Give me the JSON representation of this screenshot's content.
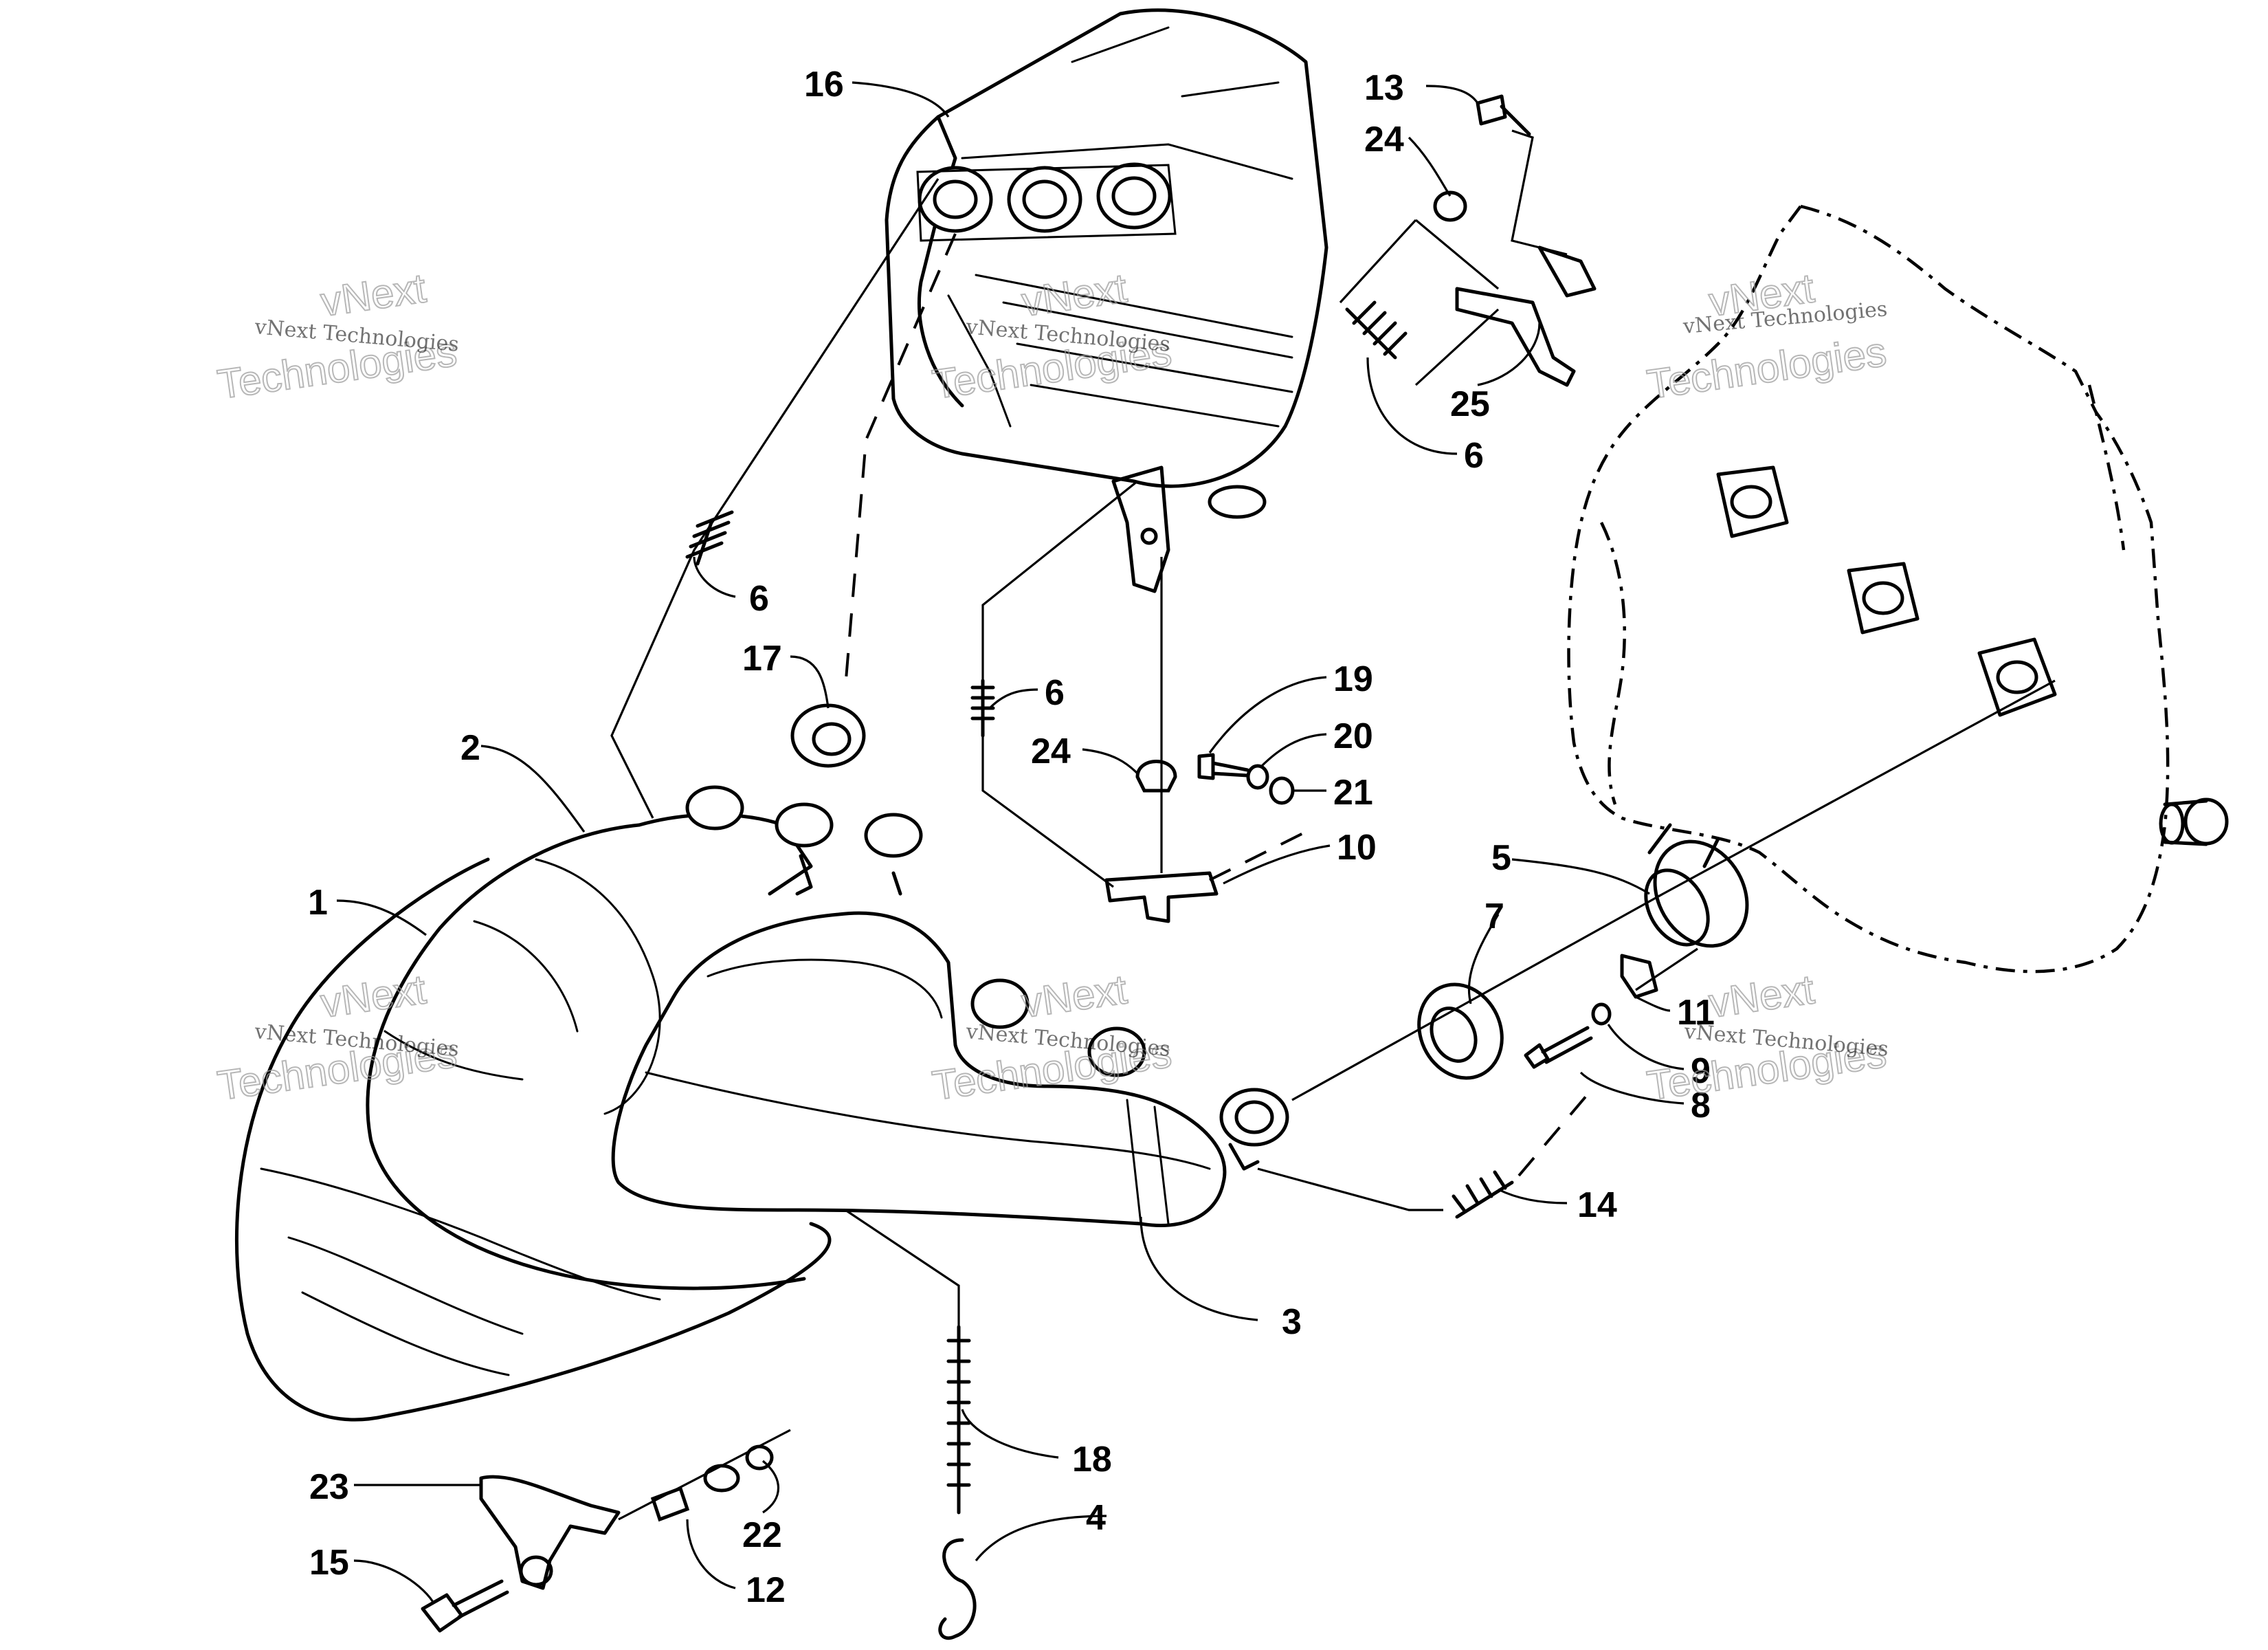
{
  "diagram": {
    "callouts": [
      "1",
      "2",
      "3",
      "4",
      "5",
      "6",
      "6",
      "6",
      "7",
      "8",
      "9",
      "10",
      "11",
      "12",
      "13",
      "14",
      "15",
      "16",
      "17",
      "18",
      "19",
      "20",
      "21",
      "22",
      "23",
      "24",
      "24",
      "25"
    ],
    "watermarks": {
      "line1": "vNext Technologies",
      "line2": "vNext",
      "line3": "Technologies"
    }
  }
}
